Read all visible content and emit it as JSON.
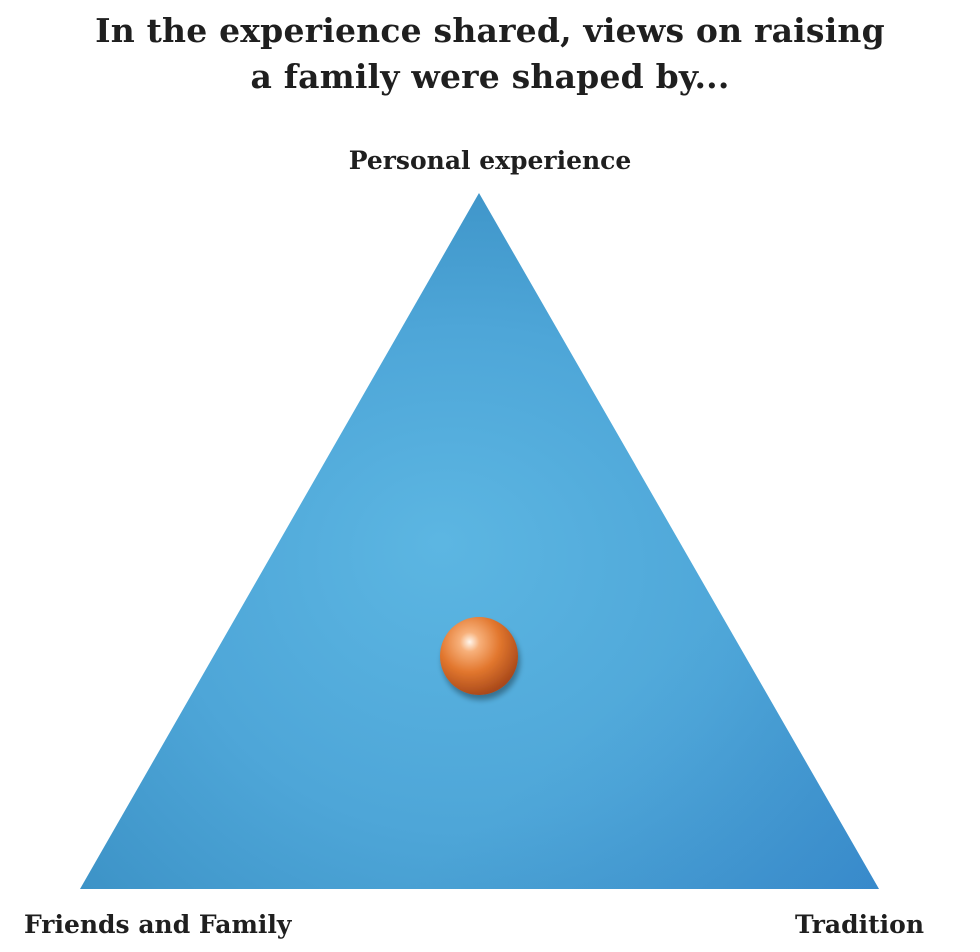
{
  "title": {
    "line1": "In the experience shared, views on raising",
    "line2": "a family were shaped by..."
  },
  "vertices": {
    "top": "Personal experience",
    "bottom_left": "Friends and Family",
    "bottom_right": "Tradition"
  },
  "colors": {
    "triangle_light": "#5ab2e0",
    "triangle_mid": "#4aa3d6",
    "triangle_dark": "#3a8fc4",
    "marker": "#e07830",
    "text": "#1f1f1f"
  }
}
